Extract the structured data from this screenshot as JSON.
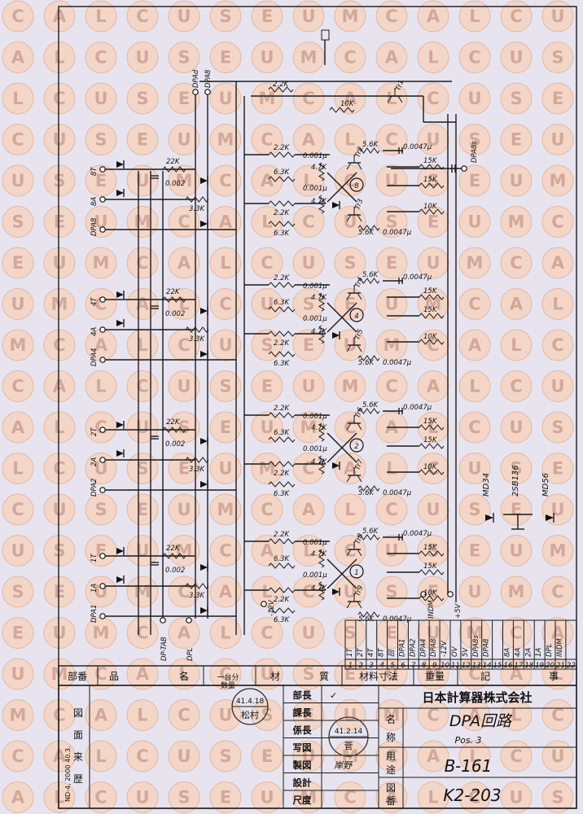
{
  "terminals": {
    "top_out": [
      "DPAd",
      "DPA8"
    ],
    "input_group_8": [
      "8T",
      "8A",
      "DPA8"
    ],
    "input_group_4": [
      "4T",
      "4A",
      "DPA4"
    ],
    "input_group_2": [
      "2T",
      "2A",
      "DPA2"
    ],
    "input_group_1": [
      "1T",
      "1A",
      "DPA1"
    ],
    "bottom": [
      "DP-TAB",
      "DPL"
    ],
    "right_out": "DPA8s",
    "supply": [
      "-12V",
      "INDM",
      "+5V"
    ]
  },
  "components": {
    "resistors": [
      "22K",
      "3.3K",
      "2.2K",
      "6.3K",
      "10K",
      "15K",
      "4.7K",
      "5.6K",
      "10K"
    ],
    "capacitors": [
      "0.002",
      "0.001μ",
      "0.0047μ"
    ],
    "transistors": [
      "Tr1",
      "Tr2",
      "Tr3",
      "Tr4",
      "Tr5",
      "Tr6",
      "Tr7",
      "Tr8",
      "Tr9"
    ],
    "stage_numbers": [
      "8",
      "4",
      "2",
      "1"
    ]
  },
  "legend_parts": [
    "MD34",
    "2SB136",
    "MD56"
  ],
  "pin_table": {
    "numbers": [
      "1",
      "2",
      "3",
      "4",
      "5",
      "6",
      "7",
      "8",
      "9",
      "10",
      "11",
      "12",
      "13",
      "14",
      "15",
      "16",
      "17",
      "18",
      "19",
      "20",
      "21",
      "22"
    ],
    "names": [
      "1T",
      "2T",
      "4T",
      "8T",
      "回",
      "DPA1",
      "DPA2",
      "DPA4",
      "DPA8",
      "-12V",
      "OV",
      "5V",
      "DPA8s",
      "DPA8",
      "",
      "8A",
      "4A",
      "2A",
      "1A",
      "DPL",
      "INDM",
      ""
    ]
  },
  "title_block": {
    "header": [
      "部番",
      "品",
      "名",
      "一台分 数量",
      "材",
      "質",
      "材料寸法",
      "重量",
      "記",
      "事"
    ],
    "left_vertical": [
      "図",
      "面",
      "来",
      "歴"
    ],
    "margin_text": "ND-4, 2000 40.3.",
    "roles": [
      "部長",
      "課長",
      "係長",
      "写図",
      "製図",
      "設計",
      "尺度"
    ],
    "company": "日本計算器株式会社",
    "name_label": [
      "名",
      "称"
    ],
    "name_value": "DPA回路",
    "pos": "Pos. 3",
    "use_label": [
      "用",
      "途"
    ],
    "use_value": "B-161",
    "drawing_label": [
      "図",
      "番"
    ],
    "drawing_value": "K2-203",
    "stamp1": [
      "41.4.18",
      "松村"
    ],
    "stamp2": [
      "41.2.14",
      "菅"
    ],
    "signature": "岸野"
  },
  "watermark": {
    "text": "CALCUSEUM",
    "color": "#f3d6c7"
  }
}
